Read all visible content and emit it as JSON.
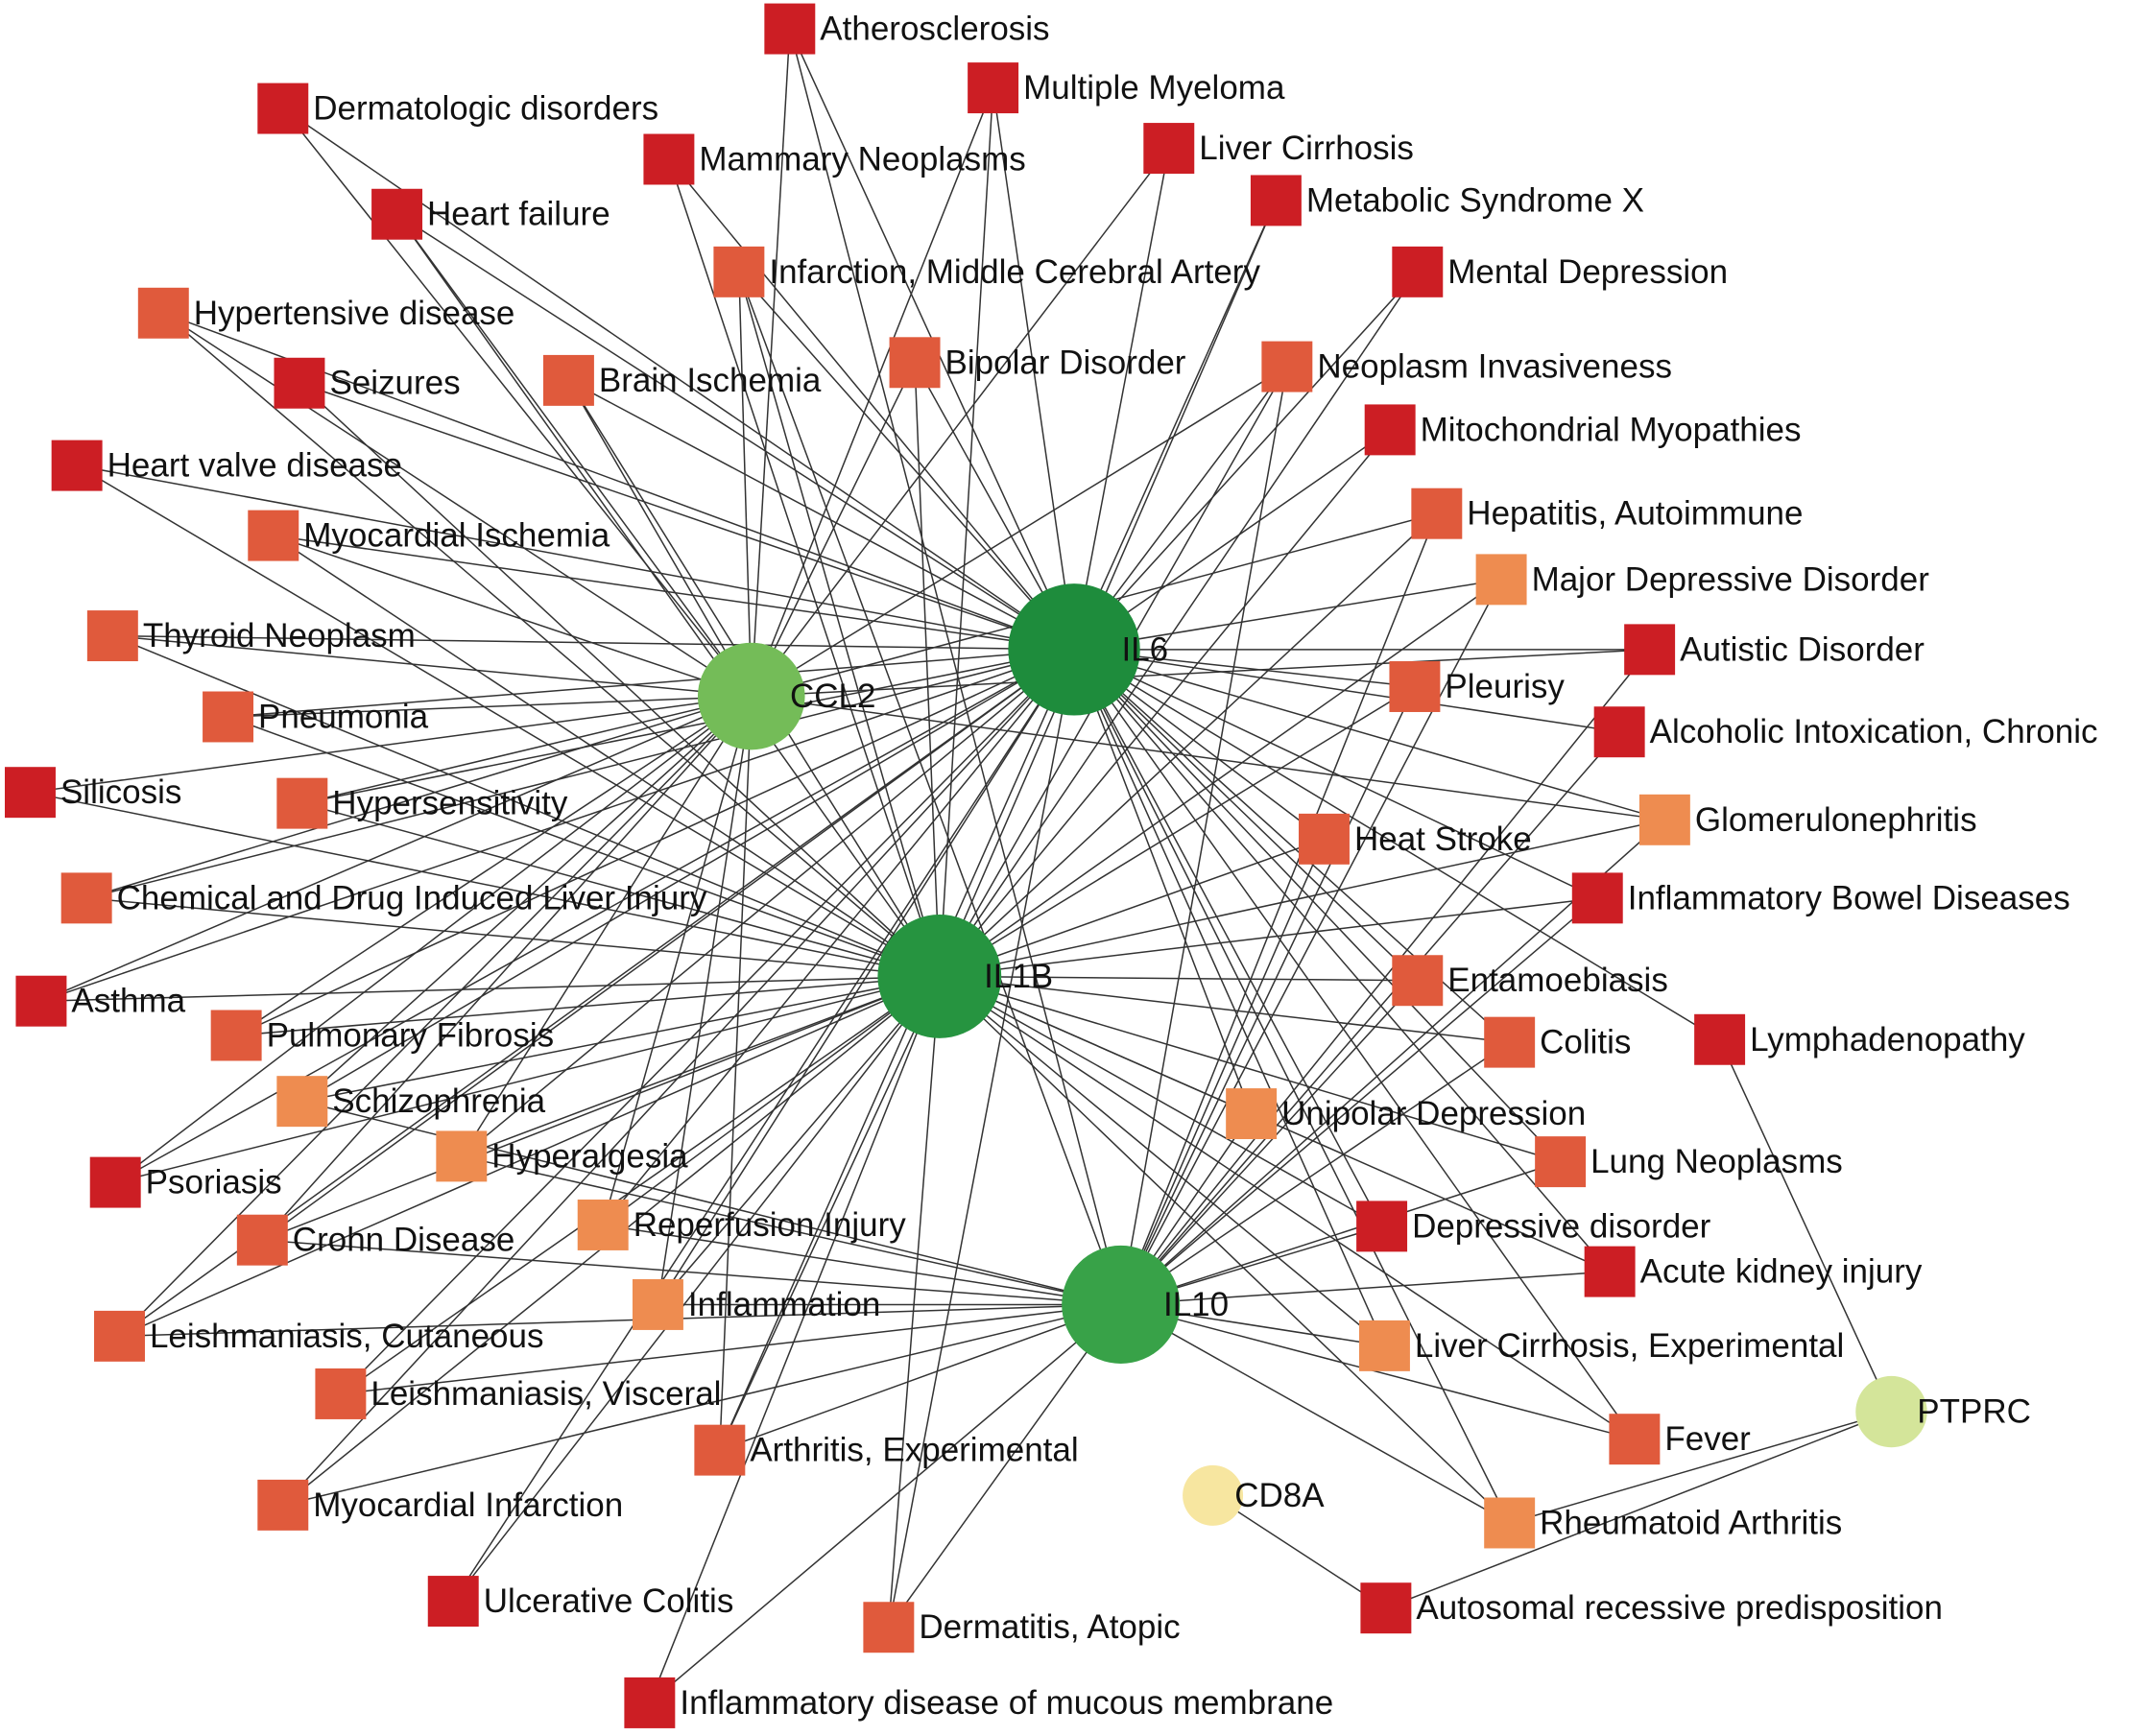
{
  "colors": {
    "edge": "#333333",
    "disease_high": "#cc1e24",
    "disease_mid": "#e05a3c",
    "disease_low": "#ee8c50",
    "gene_IL6": "#1e8c3c",
    "gene_IL1B": "#269440",
    "gene_IL10": "#38a248",
    "gene_CCL2": "#74bc58",
    "gene_PTPRC": "#d4e59a",
    "gene_CD8A": "#f7e6a0"
  },
  "genes": [
    {
      "id": "IL6",
      "label": "IL6",
      "color": "#1e8c3c"
    },
    {
      "id": "IL1B",
      "label": "IL1B",
      "color": "#269440"
    },
    {
      "id": "IL10",
      "label": "IL10",
      "color": "#38a248"
    },
    {
      "id": "CCL2",
      "label": "CCL2",
      "color": "#74bc58"
    },
    {
      "id": "PTPRC",
      "label": "PTPRC",
      "color": "#d4e59a"
    },
    {
      "id": "CD8A",
      "label": "CD8A",
      "color": "#f7e6a0"
    }
  ],
  "diseases": [
    {
      "id": "atherosclerosis",
      "label": "Atherosclerosis",
      "color": "#cc1e24"
    },
    {
      "id": "multiple_myeloma",
      "label": "Multiple Myeloma",
      "color": "#cc1e24"
    },
    {
      "id": "dermatologic",
      "label": "Dermatologic disorders",
      "color": "#cc1e24"
    },
    {
      "id": "mammary",
      "label": "Mammary Neoplasms",
      "color": "#cc1e24"
    },
    {
      "id": "liver_cirrhosis",
      "label": "Liver Cirrhosis",
      "color": "#cc1e24"
    },
    {
      "id": "metabolic",
      "label": "Metabolic Syndrome X",
      "color": "#cc1e24"
    },
    {
      "id": "heart_failure",
      "label": "Heart failure",
      "color": "#cc1e24"
    },
    {
      "id": "infarction_mca",
      "label": "Infarction, Middle Cerebral Artery",
      "color": "#e05a3c"
    },
    {
      "id": "mental_depression",
      "label": "Mental Depression",
      "color": "#cc1e24"
    },
    {
      "id": "hypertensive",
      "label": "Hypertensive disease",
      "color": "#e05a3c"
    },
    {
      "id": "bipolar",
      "label": "Bipolar Disorder",
      "color": "#e05a3c"
    },
    {
      "id": "neoplasm_invasiveness",
      "label": "Neoplasm Invasiveness",
      "color": "#e05a3c"
    },
    {
      "id": "seizures",
      "label": "Seizures",
      "color": "#cc1e24"
    },
    {
      "id": "brain_ischemia",
      "label": "Brain Ischemia",
      "color": "#e05a3c"
    },
    {
      "id": "mitochondrial",
      "label": "Mitochondrial Myopathies",
      "color": "#cc1e24"
    },
    {
      "id": "heart_valve",
      "label": "Heart valve disease",
      "color": "#cc1e24"
    },
    {
      "id": "hepatitis_ai",
      "label": "Hepatitis, Autoimmune",
      "color": "#e05a3c"
    },
    {
      "id": "myocardial_ischemia",
      "label": "Myocardial Ischemia",
      "color": "#e05a3c"
    },
    {
      "id": "major_depressive",
      "label": "Major Depressive Disorder",
      "color": "#ee8c50"
    },
    {
      "id": "thyroid",
      "label": "Thyroid Neoplasm",
      "color": "#e05a3c"
    },
    {
      "id": "autistic",
      "label": "Autistic Disorder",
      "color": "#cc1e24"
    },
    {
      "id": "pleurisy",
      "label": "Pleurisy",
      "color": "#e05a3c"
    },
    {
      "id": "pneumonia",
      "label": "Pneumonia",
      "color": "#e05a3c"
    },
    {
      "id": "alcoholic",
      "label": "Alcoholic Intoxication, Chronic",
      "color": "#cc1e24"
    },
    {
      "id": "silicosis",
      "label": "Silicosis",
      "color": "#cc1e24"
    },
    {
      "id": "hypersensitivity",
      "label": "Hypersensitivity",
      "color": "#e05a3c"
    },
    {
      "id": "glomerulonephritis",
      "label": "Glomerulonephritis",
      "color": "#ee8c50"
    },
    {
      "id": "heat_stroke",
      "label": "Heat Stroke",
      "color": "#e05a3c"
    },
    {
      "id": "chemical_liver",
      "label": "Chemical and Drug Induced Liver Injury",
      "color": "#e05a3c"
    },
    {
      "id": "ibd",
      "label": "Inflammatory Bowel Diseases",
      "color": "#cc1e24"
    },
    {
      "id": "asthma",
      "label": "Asthma",
      "color": "#cc1e24"
    },
    {
      "id": "entamoebiasis",
      "label": "Entamoebiasis",
      "color": "#e05a3c"
    },
    {
      "id": "pulmonary_fibrosis",
      "label": "Pulmonary Fibrosis",
      "color": "#e05a3c"
    },
    {
      "id": "lymphadenopathy",
      "label": "Lymphadenopathy",
      "color": "#cc1e24"
    },
    {
      "id": "colitis",
      "label": "Colitis",
      "color": "#e05a3c"
    },
    {
      "id": "schizophrenia",
      "label": "Schizophrenia",
      "color": "#ee8c50"
    },
    {
      "id": "unipolar",
      "label": "Unipolar Depression",
      "color": "#ee8c50"
    },
    {
      "id": "hyperalgesia",
      "label": "Hyperalgesia",
      "color": "#ee8c50"
    },
    {
      "id": "lung_neoplasms",
      "label": "Lung Neoplasms",
      "color": "#e05a3c"
    },
    {
      "id": "psoriasis",
      "label": "Psoriasis",
      "color": "#cc1e24"
    },
    {
      "id": "reperfusion",
      "label": "Reperfusion Injury",
      "color": "#ee8c50"
    },
    {
      "id": "depressive",
      "label": "Depressive disorder",
      "color": "#cc1e24"
    },
    {
      "id": "crohn",
      "label": "Crohn Disease",
      "color": "#e05a3c"
    },
    {
      "id": "acute_kidney",
      "label": "Acute kidney injury",
      "color": "#cc1e24"
    },
    {
      "id": "inflammation",
      "label": "Inflammation",
      "color": "#ee8c50"
    },
    {
      "id": "leish_cut",
      "label": "Leishmaniasis, Cutaneous",
      "color": "#e05a3c"
    },
    {
      "id": "liver_cirrhosis_exp",
      "label": "Liver Cirrhosis, Experimental",
      "color": "#ee8c50"
    },
    {
      "id": "leish_visc",
      "label": "Leishmaniasis, Visceral",
      "color": "#e05a3c"
    },
    {
      "id": "arthritis_exp",
      "label": "Arthritis, Experimental",
      "color": "#e05a3c"
    },
    {
      "id": "fever",
      "label": "Fever",
      "color": "#e05a3c"
    },
    {
      "id": "myocardial_infarction",
      "label": "Myocardial Infarction",
      "color": "#e05a3c"
    },
    {
      "id": "rheumatoid",
      "label": "Rheumatoid Arthritis",
      "color": "#ee8c50"
    },
    {
      "id": "ulcerative",
      "label": "Ulcerative Colitis",
      "color": "#cc1e24"
    },
    {
      "id": "dermatitis",
      "label": "Dermatitis, Atopic",
      "color": "#e05a3c"
    },
    {
      "id": "autosomal",
      "label": "Autosomal recessive predisposition",
      "color": "#cc1e24"
    },
    {
      "id": "inflam_mucous",
      "label": "Inflammatory disease of mucous membrane",
      "color": "#cc1e24"
    }
  ],
  "edges": [
    [
      "atherosclerosis",
      "CCL2"
    ],
    [
      "atherosclerosis",
      "IL6"
    ],
    [
      "atherosclerosis",
      "IL10"
    ],
    [
      "multiple_myeloma",
      "IL6"
    ],
    [
      "multiple_myeloma",
      "IL1B"
    ],
    [
      "multiple_myeloma",
      "CCL2"
    ],
    [
      "dermatologic",
      "IL6"
    ],
    [
      "dermatologic",
      "CCL2"
    ],
    [
      "mammary",
      "IL6"
    ],
    [
      "mammary",
      "IL1B"
    ],
    [
      "liver_cirrhosis",
      "CCL2"
    ],
    [
      "liver_cirrhosis",
      "IL6"
    ],
    [
      "metabolic",
      "IL6"
    ],
    [
      "metabolic",
      "IL1B"
    ],
    [
      "heart_failure",
      "IL6"
    ],
    [
      "heart_failure",
      "IL1B"
    ],
    [
      "heart_failure",
      "CCL2"
    ],
    [
      "infarction_mca",
      "IL6"
    ],
    [
      "infarction_mca",
      "IL1B"
    ],
    [
      "infarction_mca",
      "CCL2"
    ],
    [
      "infarction_mca",
      "IL10"
    ],
    [
      "mental_depression",
      "IL6"
    ],
    [
      "mental_depression",
      "IL1B"
    ],
    [
      "hypertensive",
      "IL6"
    ],
    [
      "hypertensive",
      "IL1B"
    ],
    [
      "hypertensive",
      "CCL2"
    ],
    [
      "bipolar",
      "IL6"
    ],
    [
      "bipolar",
      "IL1B"
    ],
    [
      "bipolar",
      "CCL2"
    ],
    [
      "neoplasm_invasiveness",
      "IL6"
    ],
    [
      "neoplasm_invasiveness",
      "IL1B"
    ],
    [
      "neoplasm_invasiveness",
      "IL10"
    ],
    [
      "neoplasm_invasiveness",
      "CCL2"
    ],
    [
      "seizures",
      "IL6"
    ],
    [
      "seizures",
      "IL1B"
    ],
    [
      "brain_ischemia",
      "IL6"
    ],
    [
      "brain_ischemia",
      "IL1B"
    ],
    [
      "brain_ischemia",
      "CCL2"
    ],
    [
      "mitochondrial",
      "IL1B"
    ],
    [
      "mitochondrial",
      "IL6"
    ],
    [
      "heart_valve",
      "IL1B"
    ],
    [
      "heart_valve",
      "IL6"
    ],
    [
      "hepatitis_ai",
      "IL1B"
    ],
    [
      "hepatitis_ai",
      "CCL2"
    ],
    [
      "hepatitis_ai",
      "IL10"
    ],
    [
      "myocardial_ischemia",
      "IL6"
    ],
    [
      "myocardial_ischemia",
      "IL1B"
    ],
    [
      "myocardial_ischemia",
      "CCL2"
    ],
    [
      "major_depressive",
      "IL6"
    ],
    [
      "major_depressive",
      "IL1B"
    ],
    [
      "major_depressive",
      "IL10"
    ],
    [
      "thyroid",
      "IL6"
    ],
    [
      "thyroid",
      "IL1B"
    ],
    [
      "thyroid",
      "CCL2"
    ],
    [
      "autistic",
      "IL6"
    ],
    [
      "autistic",
      "CCL2"
    ],
    [
      "autistic",
      "IL10"
    ],
    [
      "pleurisy",
      "IL1B"
    ],
    [
      "pleurisy",
      "IL10"
    ],
    [
      "pleurisy",
      "IL6"
    ],
    [
      "pneumonia",
      "IL6"
    ],
    [
      "pneumonia",
      "IL1B"
    ],
    [
      "pneumonia",
      "CCL2"
    ],
    [
      "alcoholic",
      "IL6"
    ],
    [
      "alcoholic",
      "IL10"
    ],
    [
      "silicosis",
      "IL1B"
    ],
    [
      "silicosis",
      "CCL2"
    ],
    [
      "hypersensitivity",
      "IL6"
    ],
    [
      "hypersensitivity",
      "IL1B"
    ],
    [
      "hypersensitivity",
      "CCL2"
    ],
    [
      "glomerulonephritis",
      "IL6"
    ],
    [
      "glomerulonephritis",
      "IL1B"
    ],
    [
      "glomerulonephritis",
      "IL10"
    ],
    [
      "glomerulonephritis",
      "CCL2"
    ],
    [
      "heat_stroke",
      "IL6"
    ],
    [
      "heat_stroke",
      "IL1B"
    ],
    [
      "heat_stroke",
      "IL10"
    ],
    [
      "chemical_liver",
      "IL6"
    ],
    [
      "chemical_liver",
      "IL1B"
    ],
    [
      "chemical_liver",
      "CCL2"
    ],
    [
      "ibd",
      "IL6"
    ],
    [
      "ibd",
      "IL1B"
    ],
    [
      "ibd",
      "IL10"
    ],
    [
      "asthma",
      "IL6"
    ],
    [
      "asthma",
      "IL1B"
    ],
    [
      "asthma",
      "CCL2"
    ],
    [
      "entamoebiasis",
      "IL6"
    ],
    [
      "entamoebiasis",
      "IL1B"
    ],
    [
      "entamoebiasis",
      "IL10"
    ],
    [
      "pulmonary_fibrosis",
      "IL6"
    ],
    [
      "pulmonary_fibrosis",
      "IL1B"
    ],
    [
      "pulmonary_fibrosis",
      "CCL2"
    ],
    [
      "lymphadenopathy",
      "IL6"
    ],
    [
      "lymphadenopathy",
      "PTPRC"
    ],
    [
      "colitis",
      "IL6"
    ],
    [
      "colitis",
      "IL1B"
    ],
    [
      "colitis",
      "IL10"
    ],
    [
      "schizophrenia",
      "IL6"
    ],
    [
      "schizophrenia",
      "IL1B"
    ],
    [
      "schizophrenia",
      "IL10"
    ],
    [
      "schizophrenia",
      "CCL2"
    ],
    [
      "unipolar",
      "IL6"
    ],
    [
      "unipolar",
      "IL1B"
    ],
    [
      "unipolar",
      "IL10"
    ],
    [
      "hyperalgesia",
      "IL6"
    ],
    [
      "hyperalgesia",
      "IL1B"
    ],
    [
      "hyperalgesia",
      "IL10"
    ],
    [
      "hyperalgesia",
      "CCL2"
    ],
    [
      "lung_neoplasms",
      "IL6"
    ],
    [
      "lung_neoplasms",
      "IL1B"
    ],
    [
      "lung_neoplasms",
      "IL10"
    ],
    [
      "psoriasis",
      "IL6"
    ],
    [
      "psoriasis",
      "IL1B"
    ],
    [
      "psoriasis",
      "CCL2"
    ],
    [
      "reperfusion",
      "IL6"
    ],
    [
      "reperfusion",
      "IL1B"
    ],
    [
      "reperfusion",
      "IL10"
    ],
    [
      "reperfusion",
      "CCL2"
    ],
    [
      "depressive",
      "IL6"
    ],
    [
      "depressive",
      "IL1B"
    ],
    [
      "depressive",
      "IL10"
    ],
    [
      "crohn",
      "IL6"
    ],
    [
      "crohn",
      "IL1B"
    ],
    [
      "crohn",
      "IL10"
    ],
    [
      "crohn",
      "CCL2"
    ],
    [
      "acute_kidney",
      "IL6"
    ],
    [
      "acute_kidney",
      "IL1B"
    ],
    [
      "acute_kidney",
      "IL10"
    ],
    [
      "inflammation",
      "IL6"
    ],
    [
      "inflammation",
      "IL1B"
    ],
    [
      "inflammation",
      "IL10"
    ],
    [
      "inflammation",
      "CCL2"
    ],
    [
      "leish_cut",
      "IL6"
    ],
    [
      "leish_cut",
      "IL1B"
    ],
    [
      "leish_cut",
      "IL10"
    ],
    [
      "leish_cut",
      "CCL2"
    ],
    [
      "liver_cirrhosis_exp",
      "IL6"
    ],
    [
      "liver_cirrhosis_exp",
      "IL1B"
    ],
    [
      "liver_cirrhosis_exp",
      "IL10"
    ],
    [
      "leish_visc",
      "IL6"
    ],
    [
      "leish_visc",
      "IL1B"
    ],
    [
      "leish_visc",
      "IL10"
    ],
    [
      "arthritis_exp",
      "IL6"
    ],
    [
      "arthritis_exp",
      "IL1B"
    ],
    [
      "arthritis_exp",
      "IL10"
    ],
    [
      "arthritis_exp",
      "CCL2"
    ],
    [
      "fever",
      "IL6"
    ],
    [
      "fever",
      "IL1B"
    ],
    [
      "fever",
      "IL10"
    ],
    [
      "myocardial_infarction",
      "IL6"
    ],
    [
      "myocardial_infarction",
      "IL1B"
    ],
    [
      "myocardial_infarction",
      "IL10"
    ],
    [
      "rheumatoid",
      "IL6"
    ],
    [
      "rheumatoid",
      "IL1B"
    ],
    [
      "rheumatoid",
      "IL10"
    ],
    [
      "rheumatoid",
      "PTPRC"
    ],
    [
      "ulcerative",
      "IL6"
    ],
    [
      "ulcerative",
      "IL1B"
    ],
    [
      "dermatitis",
      "IL6"
    ],
    [
      "dermatitis",
      "IL1B"
    ],
    [
      "dermatitis",
      "IL10"
    ],
    [
      "autosomal",
      "CD8A"
    ],
    [
      "autosomal",
      "PTPRC"
    ],
    [
      "inflam_mucous",
      "IL1B"
    ],
    [
      "inflam_mucous",
      "IL10"
    ]
  ]
}
